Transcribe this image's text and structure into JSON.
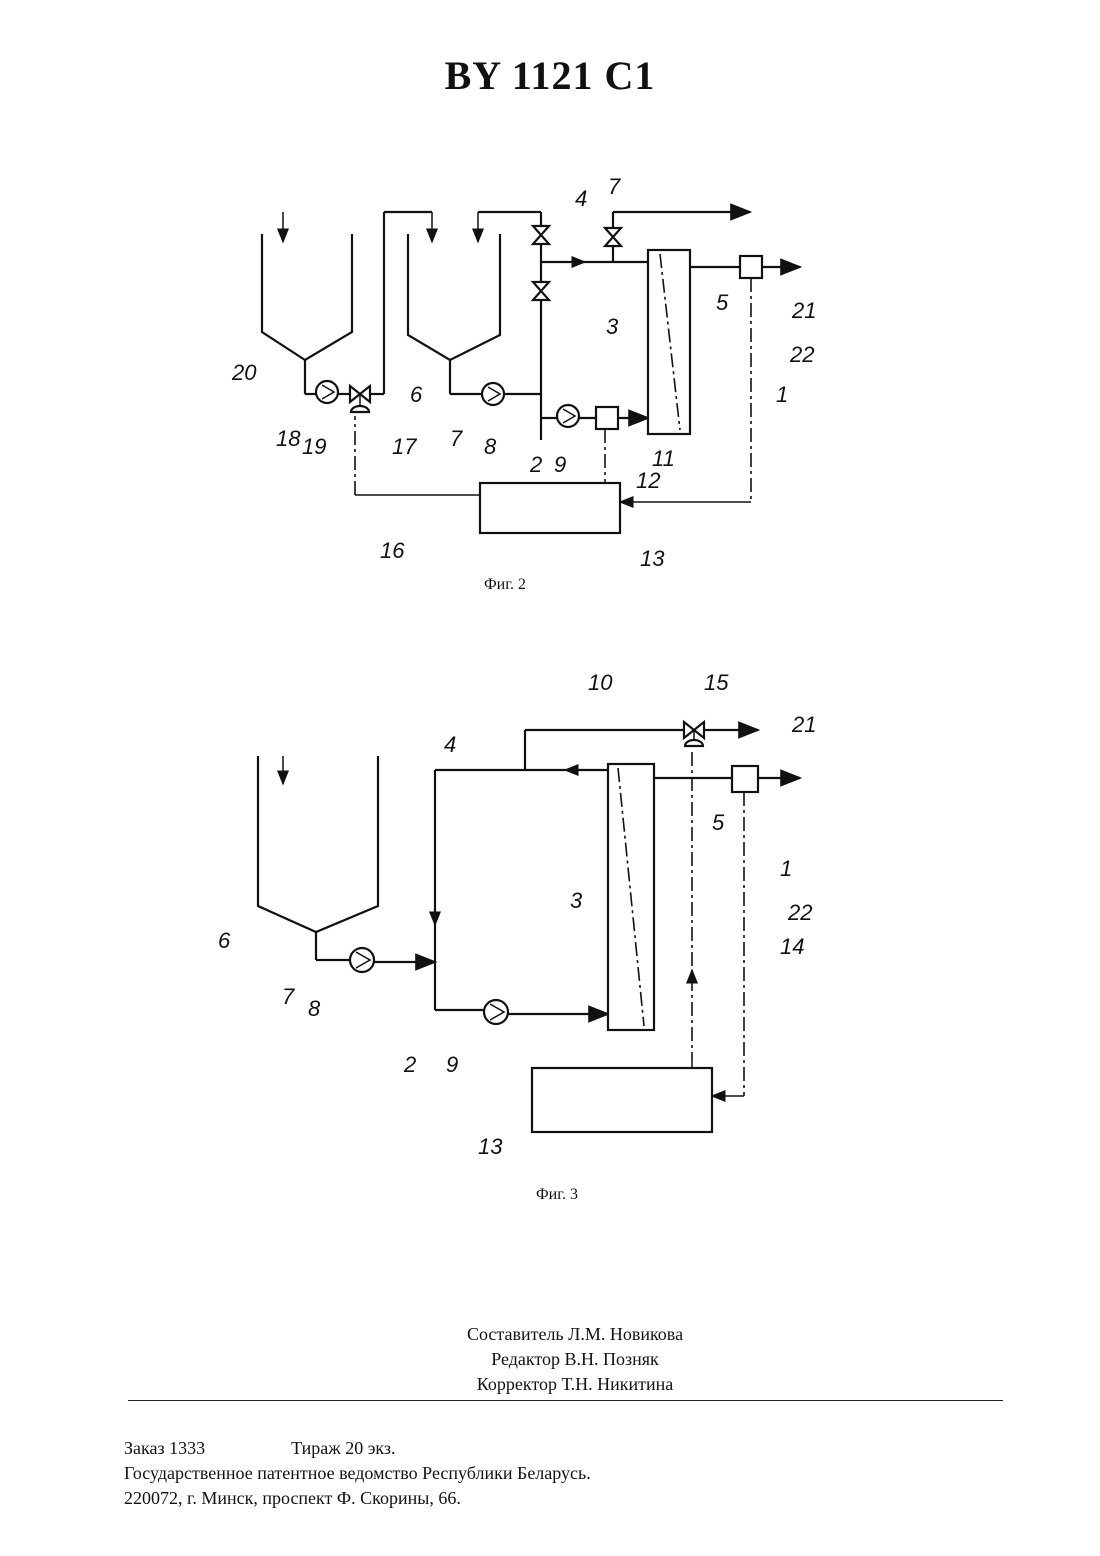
{
  "header": {
    "title": "BY 1121 C1"
  },
  "figure2": {
    "caption": "Фиг. 2",
    "labels": [
      "1",
      "2",
      "3",
      "4",
      "5",
      "6",
      "7",
      "8",
      "9",
      "11",
      "12",
      "13",
      "16",
      "17",
      "18",
      "19",
      "20",
      "21",
      "22",
      "7"
    ]
  },
  "figure3": {
    "caption": "Фиг. 3",
    "labels": [
      "1",
      "2",
      "3",
      "4",
      "5",
      "6",
      "7",
      "8",
      "9",
      "10",
      "13",
      "14",
      "15",
      "21",
      "22"
    ]
  },
  "credits": {
    "compiler": "Составитель Л.М. Новикова",
    "editor": "Редактор В.Н. Позняк",
    "proofreader": "Корректор Т.Н. Никитина"
  },
  "footer": {
    "order": "Заказ  1333",
    "circulation": "Тираж  20 экз.",
    "office": "Государственное патентное ведомство Республики Беларусь.",
    "address": "220072, г. Минск, проспект Ф. Скорины, 66."
  }
}
